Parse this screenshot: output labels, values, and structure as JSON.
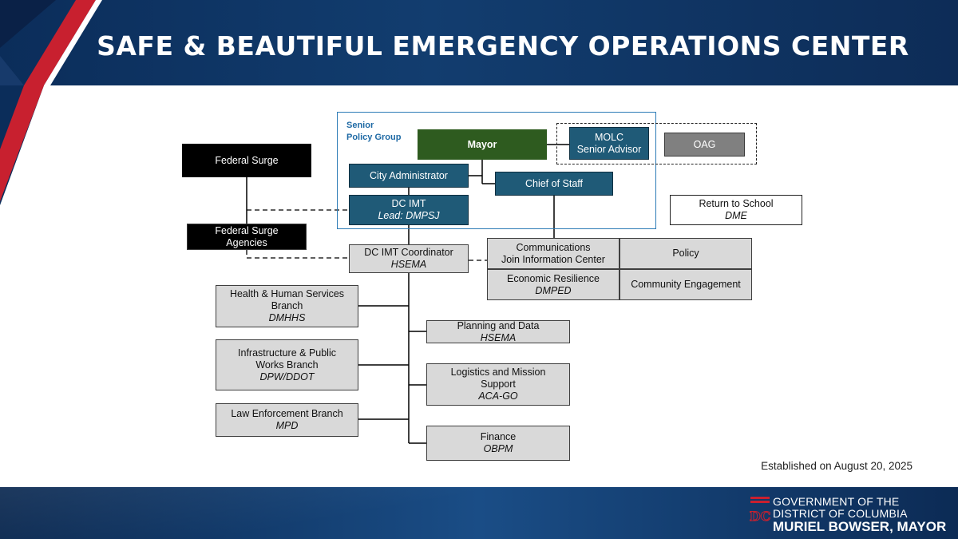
{
  "title": "SAFE & BEAUTIFUL EMERGENCY OPERATIONS CENTER",
  "senior_policy_group": {
    "line1": "Senior",
    "line2": "Policy Group"
  },
  "nodes": {
    "mayor": "Mayor",
    "molc": {
      "line1": "MOLC",
      "line2": "Senior Advisor"
    },
    "oag": "OAG",
    "city_admin": "City Administrator",
    "chief_of_staff": "Chief of Staff",
    "dc_imt": {
      "name": "DC IMT",
      "lead": "Lead: DMPSJ"
    },
    "federal_surge": "Federal Surge",
    "federal_surge_agencies": {
      "line1": "Federal Surge",
      "line2": "Agencies"
    },
    "return_to_school": {
      "name": "Return to School",
      "agency": "DME"
    },
    "dc_imt_coordinator": {
      "name": "DC IMT Coordinator",
      "agency": "HSEMA"
    },
    "communications": {
      "line1": "Communications",
      "line2": "Join Information Center"
    },
    "policy": "Policy",
    "economic_resilience": {
      "name": "Economic Resilience",
      "agency": "DMPED"
    },
    "community_engagement": "Community Engagement",
    "health": {
      "line1": "Health & Human Services",
      "line2": "Branch",
      "agency": "DMHHS"
    },
    "infrastructure": {
      "line1": "Infrastructure & Public",
      "line2": "Works Branch",
      "agency": "DPW/DDOT"
    },
    "law_enforcement": {
      "name": "Law Enforcement Branch",
      "agency": "MPD"
    },
    "planning": {
      "name": "Planning and Data",
      "agency": "HSEMA"
    },
    "logistics": {
      "line1": "Logistics and Mission",
      "line2": "Support",
      "agency": "ACA-GO"
    },
    "finance": {
      "name": "Finance",
      "agency": "OBPM"
    }
  },
  "established": "Established on August 20, 2025",
  "footer": {
    "gov_line1": "GOVERNMENT OF THE",
    "gov_line2": "DISTRICT OF COLUMBIA",
    "mayor_line": "MURIEL BOWSER, MAYOR",
    "logo_text": "DC"
  },
  "colors": {
    "navy": "#0b2d5a",
    "accent_red": "#c8202f",
    "teal_box": "#1f5a77",
    "mayor_green": "#2e5b1f",
    "gray_box": "#d9d9d9",
    "senior_group_blue": "#2c7bb6"
  }
}
